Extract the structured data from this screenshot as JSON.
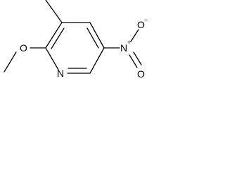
{
  "molecule": {
    "atoms": {
      "methoxy_oxygen": "O",
      "ring_nitrogen": "N",
      "nitro_nitrogen": "N",
      "nitro_nitrogen_charge": "+",
      "nitro_oxygen_top": "O",
      "nitro_oxygen_top_charge": "−",
      "nitro_oxygen_bottom": "O"
    }
  }
}
